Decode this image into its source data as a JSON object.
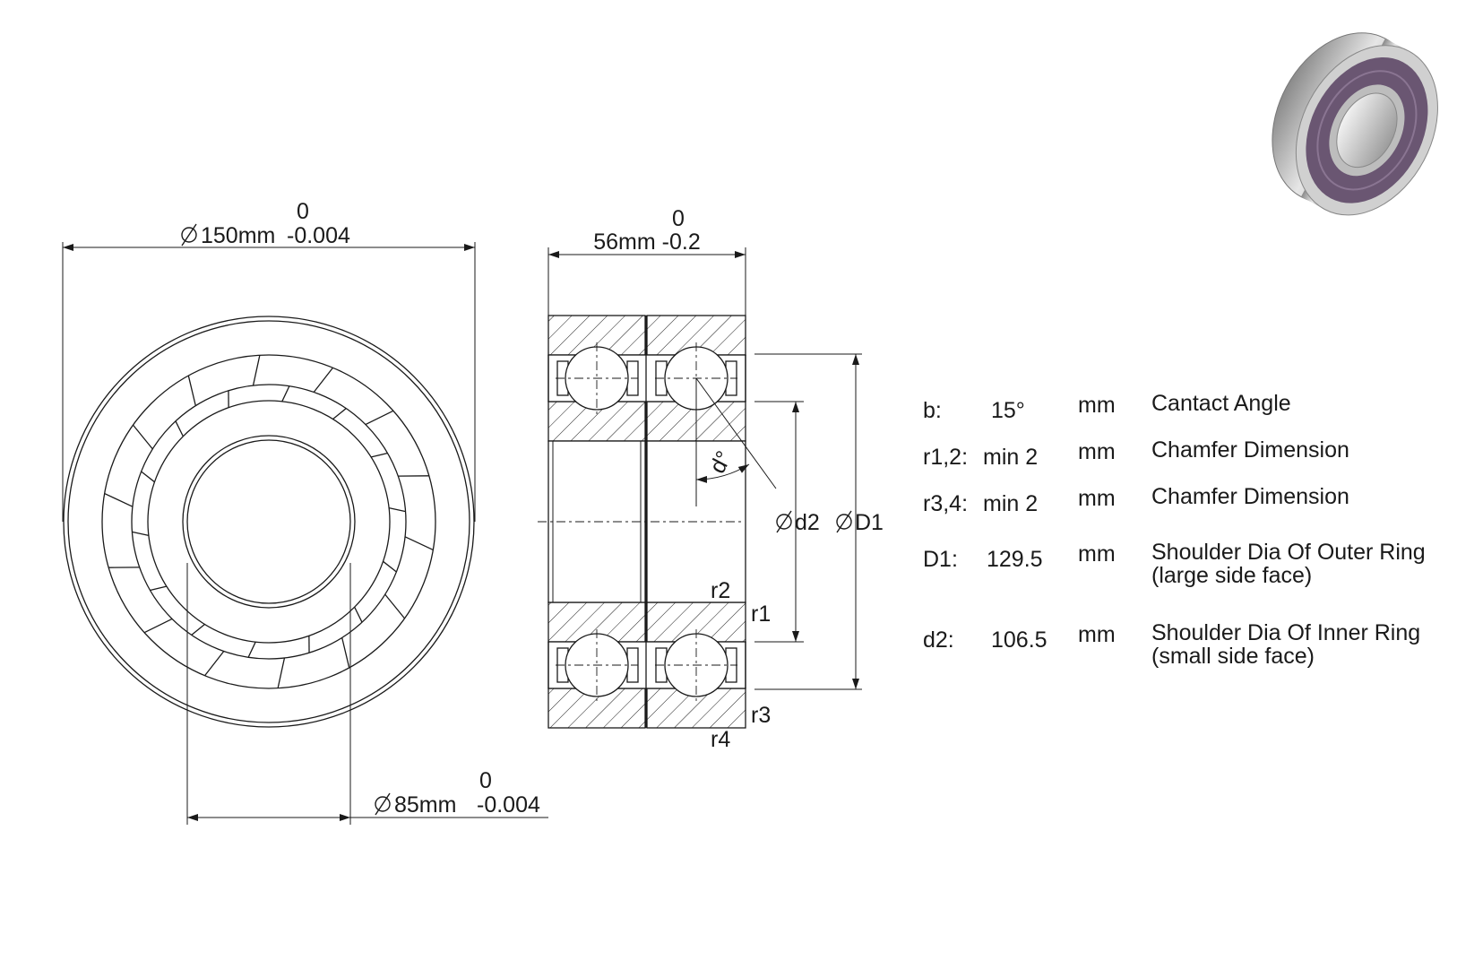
{
  "front_view": {
    "outer_dim": {
      "upper_tol": "0",
      "label": "150mm",
      "lower_tol": "-0.004"
    },
    "bore_dim": {
      "upper_tol": "0",
      "label": "85mm",
      "lower_tol": "-0.004"
    }
  },
  "section_view": {
    "width_dim": {
      "upper_tol": "0",
      "label": "56mm -0.2"
    },
    "angle_label": "d°",
    "diameter_labels": [
      "d2",
      "D1"
    ],
    "chamfer_labels": {
      "r1": "r1",
      "r2": "r2",
      "r3": "r3",
      "r4": "r4"
    }
  },
  "specs": [
    {
      "key": "b:",
      "value": "15°",
      "unit": "mm",
      "desc": "Cantact Angle",
      "desc2": ""
    },
    {
      "key": "r1,2:",
      "value": "min 2",
      "unit": "mm",
      "desc": "Chamfer Dimension",
      "desc2": ""
    },
    {
      "key": "r3,4:",
      "value": "min 2",
      "unit": "mm",
      "desc": "Chamfer Dimension",
      "desc2": ""
    },
    {
      "key": "D1:",
      "value": "129.5",
      "unit": "mm",
      "desc": "Shoulder Dia Of Outer Ring",
      "desc2": "(large side face)"
    },
    {
      "key": "d2:",
      "value": "106.5",
      "unit": "mm",
      "desc": "Shoulder Dia Of Inner Ring",
      "desc2": "(small side face)"
    }
  ],
  "colors": {
    "line": "#1a1a1a",
    "seal": "#6a5672",
    "ring": "#c8c8c8"
  }
}
